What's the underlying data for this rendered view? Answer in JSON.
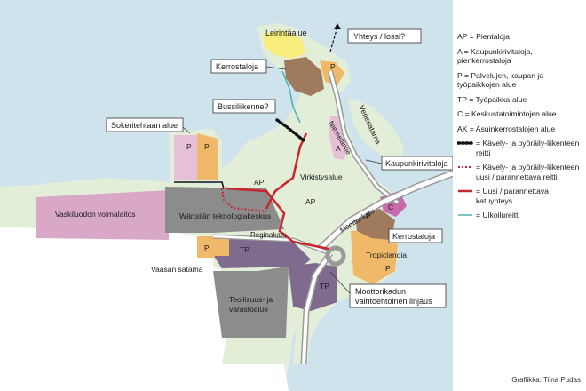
{
  "callouts": {
    "leirintaalue": "Leirintäalue",
    "yhteys": "Yhteys / lossi?",
    "kerrostaloja_north": "Kerrostaloja",
    "bussiliikenne": "Bussiliikenne?",
    "sokeritehdas": "Sokeritehtaan alue",
    "kaupunkirivitaloja": "Kaupunkirivitaloja",
    "kerrostaloja_east": "Kerrostaloja",
    "moottorikadun_l1": "Moottorikadun",
    "moottorikadun_l2": "vaihtoehtoinen linjaus"
  },
  "areas": {
    "vasikaluodon": "Vaskiluodon voimalaitos",
    "wartsila": "Wärtsilän teknologiakeskus",
    "vaasan_satama": "Vaasan satama",
    "teollisuus_l1": "Teollisuus- ja",
    "teollisuus_l2": "varastoalue",
    "virkistysalue": "Virkistysalue",
    "vene": "Venesatama",
    "tropiclandia": "Tropiclandia"
  },
  "streets": {
    "niemeläntie": "Niemeläntie",
    "reginakatu": "Reginakatu",
    "moottorikatu": "Moottorikatu"
  },
  "zone_codes": {
    "p": "P",
    "ap": "AP",
    "a": "A",
    "tp": "TP",
    "c": "C"
  },
  "legend": {
    "items": [
      {
        "symbol": "none",
        "text": "AP = Pientaloja"
      },
      {
        "symbol": "none",
        "text": "A = Kaupunkirivitaloja, pienkerrostaloja"
      },
      {
        "symbol": "none",
        "text": "P = Palvelujen, kaupan ja työpaikkojen alue"
      },
      {
        "symbol": "none",
        "text": "TP = Työpaikka-alue"
      },
      {
        "symbol": "none",
        "text": "C = Keskustatoimintojen alue"
      },
      {
        "symbol": "none",
        "text": "AK = Asuinkerrostalojen alue"
      },
      {
        "symbol": "dots-black",
        "text": "= Kävely- ja pyöräily-liikenteen reitti"
      },
      {
        "symbol": "dots-red",
        "text": "= Kävely- ja pyöräily-liikenteen uusi / parannettava reitti"
      },
      {
        "symbol": "line-red",
        "text": "= Uusi / parannettava katuyhteys"
      },
      {
        "symbol": "line-teal",
        "text": "= Ulkoilureitti"
      }
    ]
  },
  "credit": "Grafiikka: Tiina Pudas",
  "colors": {
    "water": "#cfe3ec",
    "land_green": "#e3eed9",
    "industrial_grey": "#8c8c8c",
    "tp_purple": "#7e6b8e",
    "pink": "#d9a8c7",
    "magenta": "#c86aa9",
    "orange": "#f0b96a",
    "yellow": "#f7ec7c",
    "brown": "#a07a5c",
    "red": "#c8252c"
  }
}
